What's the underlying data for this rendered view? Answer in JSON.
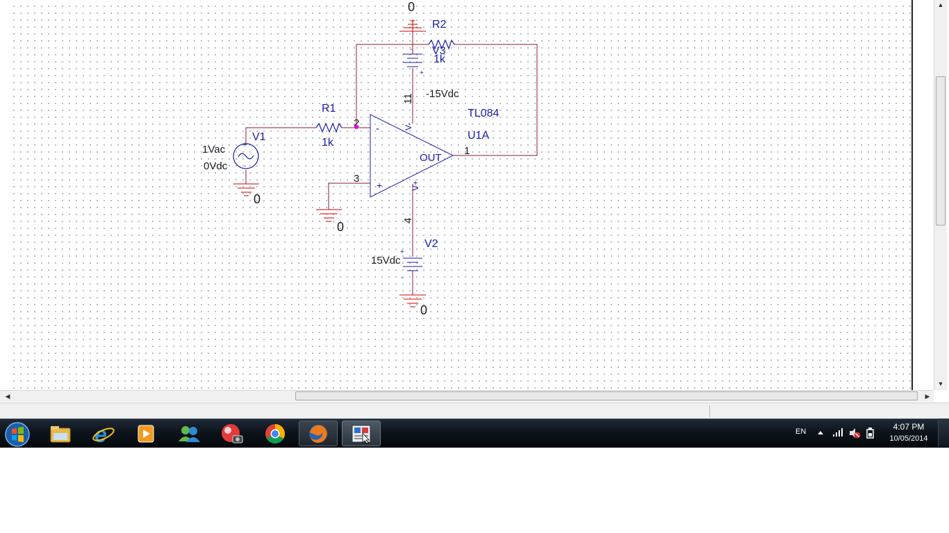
{
  "schematic": {
    "r2": {
      "name": "R2",
      "value": "1k"
    },
    "v3": {
      "name": "V3",
      "value": "-15Vdc"
    },
    "r1": {
      "name": "R1",
      "value": "1k"
    },
    "v1": {
      "name": "V1",
      "ac": "1Vac",
      "dc": "0Vdc"
    },
    "v2": {
      "name": "V2",
      "value": "15Vdc"
    },
    "opamp": {
      "part": "TL084",
      "ref": "U1A",
      "out_label": "OUT",
      "inv_sign": "-",
      "noninv_sign": "+",
      "vminus_label": "V-",
      "vplus_label": "V+"
    },
    "pins": {
      "inv": "2",
      "noninv": "3",
      "out": "1",
      "vneg": "11",
      "vpos": "4"
    },
    "ground_label": "0",
    "polarity": {
      "plus": "+",
      "minus": "-"
    }
  },
  "taskbar": {
    "apps": [
      {
        "name": "file-explorer-icon"
      },
      {
        "name": "internet-explorer-icon"
      },
      {
        "name": "media-player-icon"
      },
      {
        "name": "messenger-icon"
      },
      {
        "name": "picture-viewer-icon"
      },
      {
        "name": "chrome-icon"
      },
      {
        "name": "firefox-icon"
      },
      {
        "name": "pspice-capture-icon"
      }
    ],
    "language": "EN",
    "time": "4:07 PM",
    "date": "10/05/2014"
  },
  "colors": {
    "wire": "#8b1a2e",
    "component": "#1a1aa8",
    "label_dark": "#1a1a1a",
    "ground": "#cc0000",
    "selection_dot": "#e000e0"
  }
}
